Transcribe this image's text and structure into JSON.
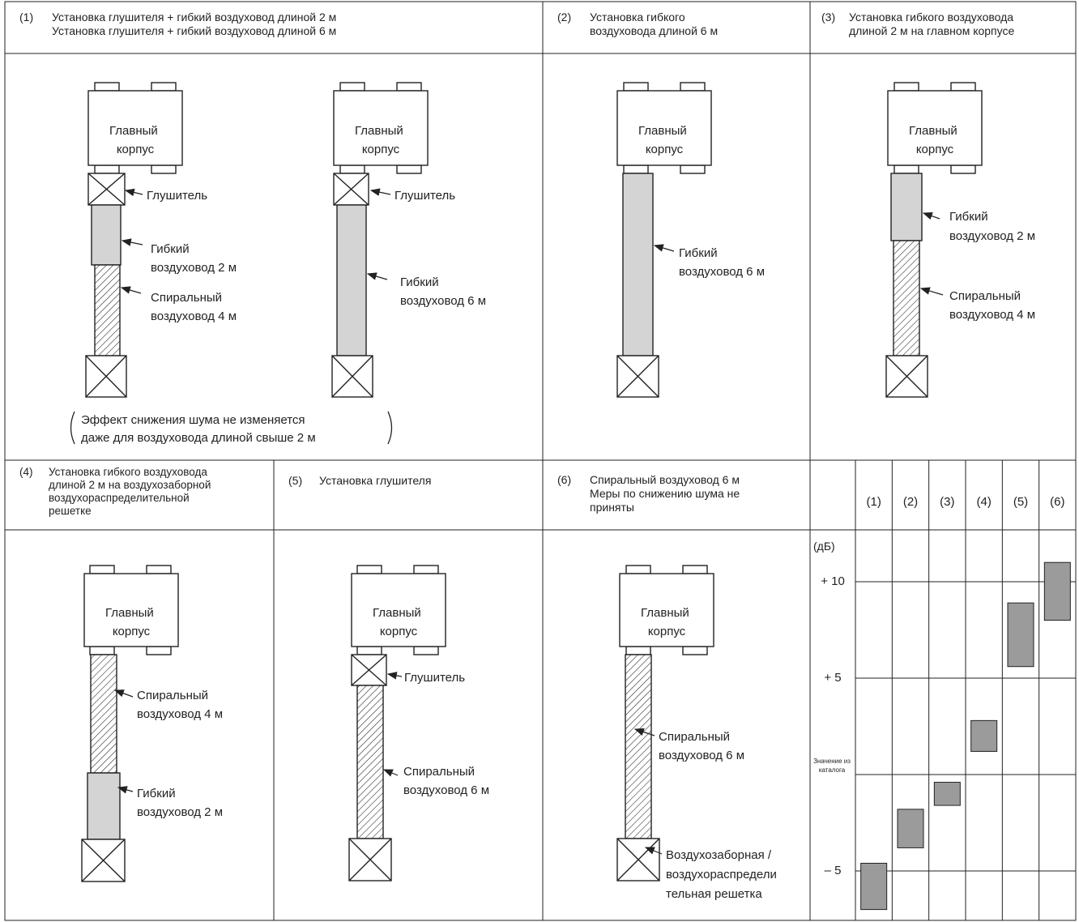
{
  "panels": {
    "p1": {
      "number": "(1)",
      "title_line1": "Установка глушителя + гибкий воздуховод длиной 2 м",
      "title_line2": "Установка глушителя + гибкий воздуховод длиной 6 м",
      "note_line1": "Эффект снижения шума не изменяется",
      "note_line2": "даже для воздуховода длиной свыше 2 м"
    },
    "p2": {
      "number": "(2)",
      "title_line1": "Установка гибкого",
      "title_line2": "воздуховода длиной 6 м"
    },
    "p3": {
      "number": "(3)",
      "title_line1": "Установка гибкого воздуховода",
      "title_line2": "длиной 2 м на главном корпусе"
    },
    "p4": {
      "number": "(4)",
      "title_line1": "Установка гибкого воздуховода",
      "title_line2": "длиной 2 м на воздухозаборной",
      "title_line3": "воздухораспределительной",
      "title_line4": "решетке"
    },
    "p5": {
      "number": "(5)",
      "title_line1": "Установка глушителя"
    },
    "p6": {
      "number": "(6)",
      "title_line1": "Спиральный воздуховод 6 м",
      "title_line2": "Меры по снижению шума не",
      "title_line3": "приняты"
    }
  },
  "labels": {
    "main_body_line1": "Главный",
    "main_body_line2": "корпус",
    "silencer": "Глушитель",
    "flex_2m_line1": "Гибкий",
    "flex_2m_line2": "воздуховод 2 м",
    "flex_6m_line1": "Гибкий",
    "flex_6m_line2": "воздуховод 6 м",
    "spiral_4m_line1": "Спиральный",
    "spiral_4m_line2": "воздуховод 4 м",
    "spiral_6m_line1": "Спиральный",
    "spiral_6m_line2": "воздуховод 6 м",
    "grille_line1": "Воздухозаборная /",
    "grille_line2": "воздухораспредели",
    "grille_line3": "тельная решетка"
  },
  "chart_data": {
    "type": "range-bar",
    "categories": [
      "(1)",
      "(2)",
      "(3)",
      "(4)",
      "(5)",
      "(6)"
    ],
    "unit": "(дБ)",
    "y_ticks": [
      "+ 10",
      "+ 5",
      "Значение из каталога",
      "– 5"
    ],
    "y_tick_values": [
      10,
      5,
      0,
      -5
    ],
    "ranges": [
      {
        "category": "(1)",
        "low": -7.0,
        "high": -4.6
      },
      {
        "category": "(2)",
        "low": -3.8,
        "high": -1.8
      },
      {
        "category": "(3)",
        "low": -1.6,
        "high": -0.4
      },
      {
        "category": "(4)",
        "low": 1.2,
        "high": 2.8
      },
      {
        "category": "(5)",
        "low": 5.6,
        "high": 8.9
      },
      {
        "category": "(6)",
        "low": 8.0,
        "high": 11.0
      }
    ],
    "ylim": [
      -7.5,
      12.5
    ]
  },
  "colors": {
    "flex_duct": "#d4d4d4",
    "bar_fill": "#9b9b9b",
    "line": "#222222"
  }
}
